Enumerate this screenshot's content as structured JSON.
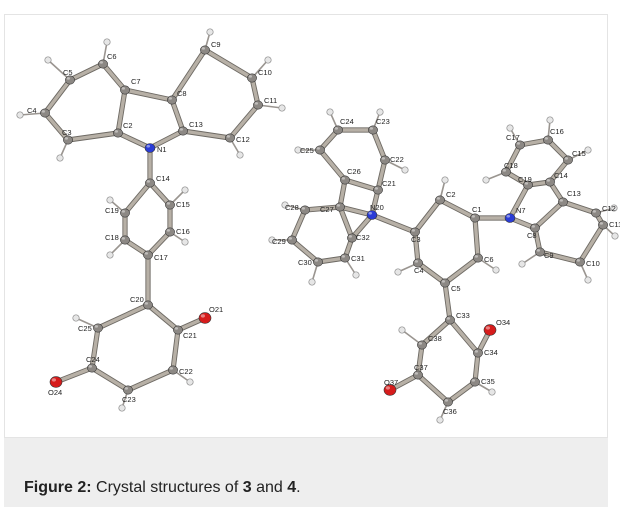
{
  "figure": {
    "caption": {
      "label": "Figure 2:",
      "text_pre": " Crystal structures of ",
      "cmpd_a": "3",
      "text_mid": " and ",
      "cmpd_b": "4",
      "text_post": "."
    },
    "compound_labels": [
      "3",
      "4"
    ]
  },
  "colors": {
    "carbon": "#8c8884",
    "hydrogen": "#e6e6e6",
    "nitrogen": "#2a3cd6",
    "oxygen": "#d61c1c",
    "bond": "#b7b0a6"
  },
  "molecule3": {
    "atoms": [
      {
        "id": "C5",
        "el": "C",
        "label": "C5"
      },
      {
        "id": "C6",
        "el": "C",
        "label": "C6"
      },
      {
        "id": "C7",
        "el": "C",
        "label": "C7"
      },
      {
        "id": "C4",
        "el": "C",
        "label": "C4"
      },
      {
        "id": "C3",
        "el": "C",
        "label": "C3"
      },
      {
        "id": "C2",
        "el": "C",
        "label": "C2"
      },
      {
        "id": "N1",
        "el": "N",
        "label": "N1"
      },
      {
        "id": "C8",
        "el": "C",
        "label": "C8"
      },
      {
        "id": "C9",
        "el": "C",
        "label": "C9"
      },
      {
        "id": "C10",
        "el": "C",
        "label": "C10"
      },
      {
        "id": "C11",
        "el": "C",
        "label": "C11"
      },
      {
        "id": "C12",
        "el": "C",
        "label": "C12"
      },
      {
        "id": "C13",
        "el": "C",
        "label": "C13"
      },
      {
        "id": "C14",
        "el": "C",
        "label": "C14"
      },
      {
        "id": "C15",
        "el": "C",
        "label": "C15"
      },
      {
        "id": "C16",
        "el": "C",
        "label": "C16"
      },
      {
        "id": "C17",
        "el": "C",
        "label": "C17"
      },
      {
        "id": "C18",
        "el": "C",
        "label": "C18"
      },
      {
        "id": "C19",
        "el": "C",
        "label": "C19"
      },
      {
        "id": "C20",
        "el": "C",
        "label": "C20"
      },
      {
        "id": "C21",
        "el": "C",
        "label": "C21"
      },
      {
        "id": "O21",
        "el": "O",
        "label": "O21"
      },
      {
        "id": "C22",
        "el": "C",
        "label": "C22"
      },
      {
        "id": "C23",
        "el": "C",
        "label": "C23"
      },
      {
        "id": "C24",
        "el": "C",
        "label": "C24"
      },
      {
        "id": "O24",
        "el": "O",
        "label": "O24"
      },
      {
        "id": "C25",
        "el": "C",
        "label": "C25"
      }
    ]
  },
  "molecule4": {
    "atoms": [
      {
        "id": "C24",
        "el": "C",
        "label": "C24"
      },
      {
        "id": "C23",
        "el": "C",
        "label": "C23"
      },
      {
        "id": "C25",
        "el": "C",
        "label": "C25"
      },
      {
        "id": "C22",
        "el": "C",
        "label": "C22"
      },
      {
        "id": "C26",
        "el": "C",
        "label": "C26"
      },
      {
        "id": "C21",
        "el": "C",
        "label": "C21"
      },
      {
        "id": "C27",
        "el": "C",
        "label": "C27"
      },
      {
        "id": "N20",
        "el": "N",
        "label": "N20"
      },
      {
        "id": "C28",
        "el": "C",
        "label": "C28"
      },
      {
        "id": "C32",
        "el": "C",
        "label": "C32"
      },
      {
        "id": "C29",
        "el": "C",
        "label": "C29"
      },
      {
        "id": "C30",
        "el": "C",
        "label": "C30"
      },
      {
        "id": "C31",
        "el": "C",
        "label": "C31"
      },
      {
        "id": "C2",
        "el": "C",
        "label": "C2"
      },
      {
        "id": "C3",
        "el": "C",
        "label": "C3"
      },
      {
        "id": "C1",
        "el": "C",
        "label": "C1"
      },
      {
        "id": "C4",
        "el": "C",
        "label": "C4"
      },
      {
        "id": "C6",
        "el": "C",
        "label": "C6"
      },
      {
        "id": "C5",
        "el": "C",
        "label": "C5"
      },
      {
        "id": "N7",
        "el": "N",
        "label": "N7"
      },
      {
        "id": "C17",
        "el": "C",
        "label": "C17"
      },
      {
        "id": "C16",
        "el": "C",
        "label": "C16"
      },
      {
        "id": "C18",
        "el": "C",
        "label": "C18"
      },
      {
        "id": "C15",
        "el": "C",
        "label": "C15"
      },
      {
        "id": "C19",
        "el": "C",
        "label": "C19"
      },
      {
        "id": "C14",
        "el": "C",
        "label": "C14"
      },
      {
        "id": "C13",
        "el": "C",
        "label": "C13"
      },
      {
        "id": "C12",
        "el": "C",
        "label": "C12"
      },
      {
        "id": "C11",
        "el": "C",
        "label": "C11"
      },
      {
        "id": "C8",
        "el": "C",
        "label": "C8"
      },
      {
        "id": "C9",
        "el": "C",
        "label": "C9"
      },
      {
        "id": "C10",
        "el": "C",
        "label": "C10"
      },
      {
        "id": "C33",
        "el": "C",
        "label": "C33"
      },
      {
        "id": "O34",
        "el": "O",
        "label": "O34"
      },
      {
        "id": "C38",
        "el": "C",
        "label": "C38"
      },
      {
        "id": "C34",
        "el": "C",
        "label": "C34"
      },
      {
        "id": "C37",
        "el": "C",
        "label": "C37"
      },
      {
        "id": "O37",
        "el": "O",
        "label": "O37"
      },
      {
        "id": "C35",
        "el": "C",
        "label": "C35"
      },
      {
        "id": "C36",
        "el": "C",
        "label": "C36"
      }
    ]
  }
}
